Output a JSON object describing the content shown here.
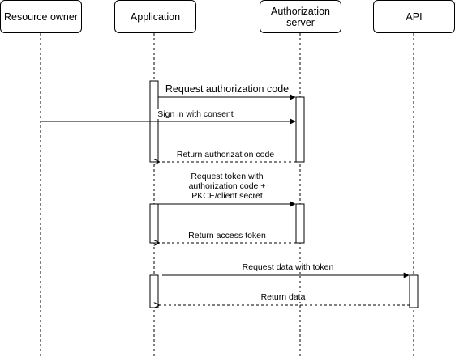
{
  "participants": [
    {
      "id": "resource-owner",
      "label": "Resource owner"
    },
    {
      "id": "application",
      "label": "Application"
    },
    {
      "id": "authorization-server",
      "label": "Authorization\nserver"
    },
    {
      "id": "api",
      "label": "API"
    }
  ],
  "messages": [
    {
      "id": "request-authorization-code",
      "label": "Request authorization code",
      "style": "solid"
    },
    {
      "id": "sign-in-with-consent",
      "label": "Sign in with consent",
      "style": "solid"
    },
    {
      "id": "return-authorization-code",
      "label": "Return authorization code",
      "style": "dashed"
    },
    {
      "id": "request-token",
      "label": "Request token with\nauthorization code +\nPKCE/client secret",
      "style": "solid"
    },
    {
      "id": "return-access-token",
      "label": "Return access token",
      "style": "dashed"
    },
    {
      "id": "request-data-with-token",
      "label": "Request data with token",
      "style": "solid"
    },
    {
      "id": "return-data",
      "label": "Return data",
      "style": "dashed"
    }
  ],
  "colors": {
    "line": "#000000",
    "background": "#ffffff"
  }
}
